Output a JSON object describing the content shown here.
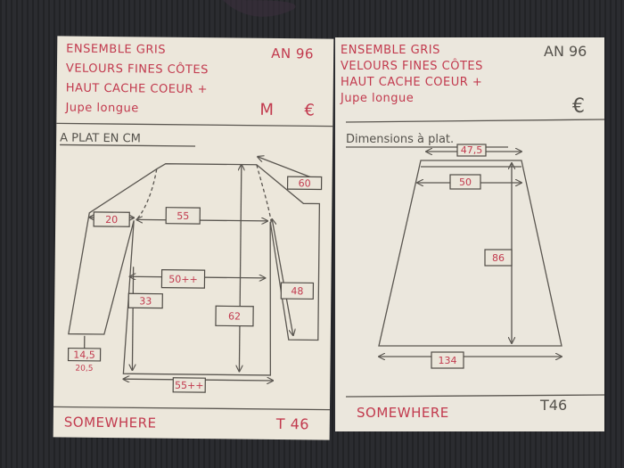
{
  "left_card": {
    "header_lines": [
      "ENSEMBLE GRIS",
      "VELOURS FINES CÔTES",
      "HAUT CACHE COEUR +",
      "Jupe longue"
    ],
    "ref": "AN 96",
    "size_mark": "M",
    "price_mark": "€",
    "subtitle": "A PLAT EN CM",
    "measurements": {
      "sleeve_top": "60",
      "armhole": "20",
      "shoulder_width": "55",
      "chest": "50++",
      "side": "33",
      "sleeve_length": "48",
      "length": "62",
      "cuff": "14,5",
      "cuff_alt": "20,5",
      "hem": "55++"
    },
    "footer_left": "SOMEWHERE",
    "footer_right": "T 46"
  },
  "right_card": {
    "header_lines": [
      "ENSEMBLE GRIS",
      "VELOURS FINES CÔTES",
      "HAUT CACHE COEUR +",
      "Jupe longue"
    ],
    "ref": "AN 96",
    "price_mark": "€",
    "subtitle": "Dimensions à plat.",
    "measurements": {
      "waist": "47,5",
      "hip": "50",
      "length": "86",
      "hem": "134"
    },
    "footer_left": "SOMEWHERE",
    "footer_right": "T46"
  }
}
